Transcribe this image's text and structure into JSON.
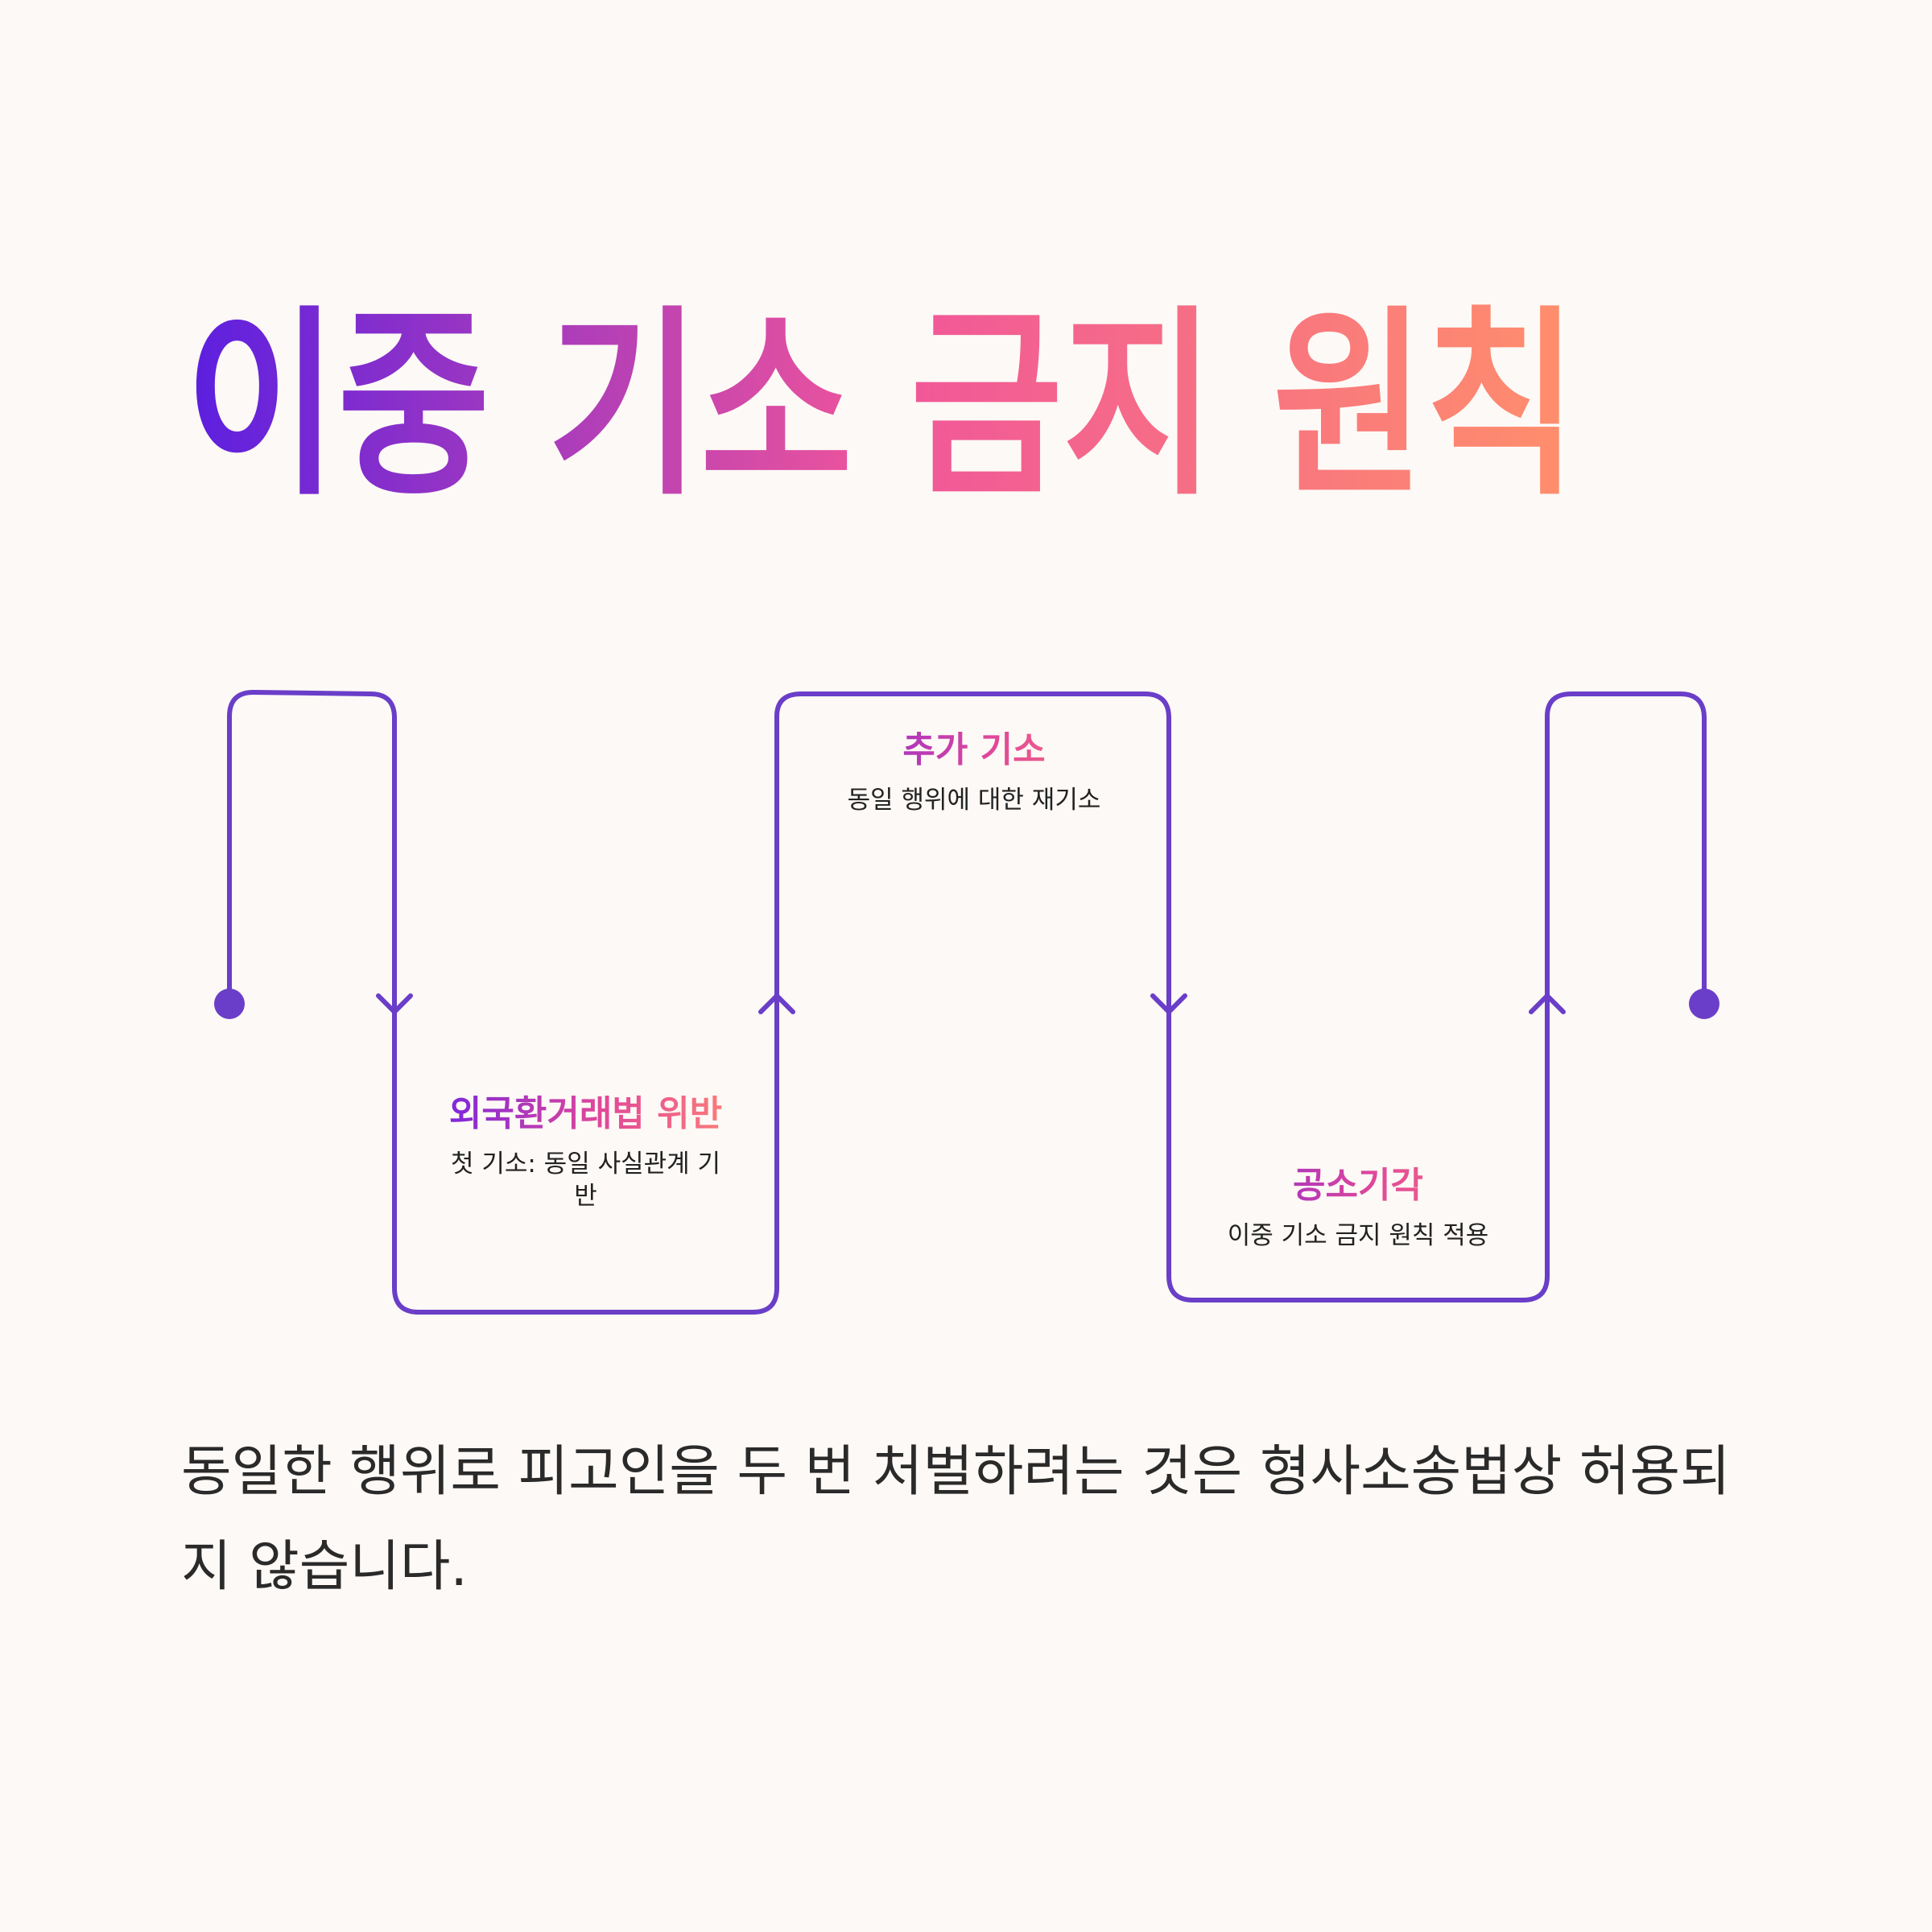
{
  "title": "이중 기소 금지 원칙",
  "colors": {
    "gradient_start": "#5b1fe0",
    "gradient_mid": "#f0559a",
    "gradient_end": "#ff8f6b",
    "path": "#6a3ec8",
    "text": "#2a2a2a",
    "background": "#fdf9f6"
  },
  "steps": [
    {
      "title": "외국환거래법 위반",
      "description": "첫 기소: 동일 사실관계 기반"
    },
    {
      "title": "추가 기소",
      "description": "동일 행위에 대한 재기소"
    },
    {
      "title": "공소기각",
      "description": "이중 기소 금지 원칙 적용"
    }
  ],
  "caption": "동일한 행위로 피고인을 두 번 처벌하려는 것은 형사소송법상 허용되지 않습니다."
}
